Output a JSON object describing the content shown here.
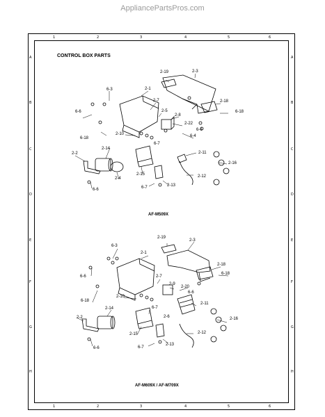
{
  "site_watermark": "AppliancePartsPros.com",
  "section_title": "CONTROL BOX PARTS",
  "grid": {
    "columns": [
      "1",
      "2",
      "3",
      "4",
      "5",
      "6"
    ],
    "rows": [
      "A",
      "B",
      "C",
      "D",
      "E",
      "F",
      "G",
      "H"
    ]
  },
  "diagram_top": {
    "model": "AF-M509X",
    "labels": [
      "2-19",
      "2-3",
      "2-1",
      "6-3",
      "2-7",
      "6-6",
      "2-5",
      "2-18",
      "6-18",
      "2-8",
      "2-22",
      "6-6",
      "2-10",
      "6-18",
      "6-7",
      "6-4",
      "2-11",
      "2-2",
      "2-14",
      "2-16",
      "2-15",
      "2-12",
      "2-4",
      "6-6",
      "6-7",
      "2-13"
    ]
  },
  "diagram_bottom": {
    "model": "AF-M609X / AF-M709X",
    "labels": [
      "6-3",
      "2-19",
      "2-3",
      "2-1",
      "2-18",
      "6-6",
      "6-18",
      "2-7",
      "2-20",
      "2-9",
      "6-6",
      "2-10",
      "2-11",
      "6-18",
      "6-7",
      "2-6",
      "2-14",
      "2-2",
      "2-16",
      "2-15",
      "2-12",
      "6-6",
      "6-7",
      "2-13"
    ]
  },
  "colors": {
    "line": "#000000",
    "watermark": "#9a9a9a",
    "background": "#ffffff"
  }
}
